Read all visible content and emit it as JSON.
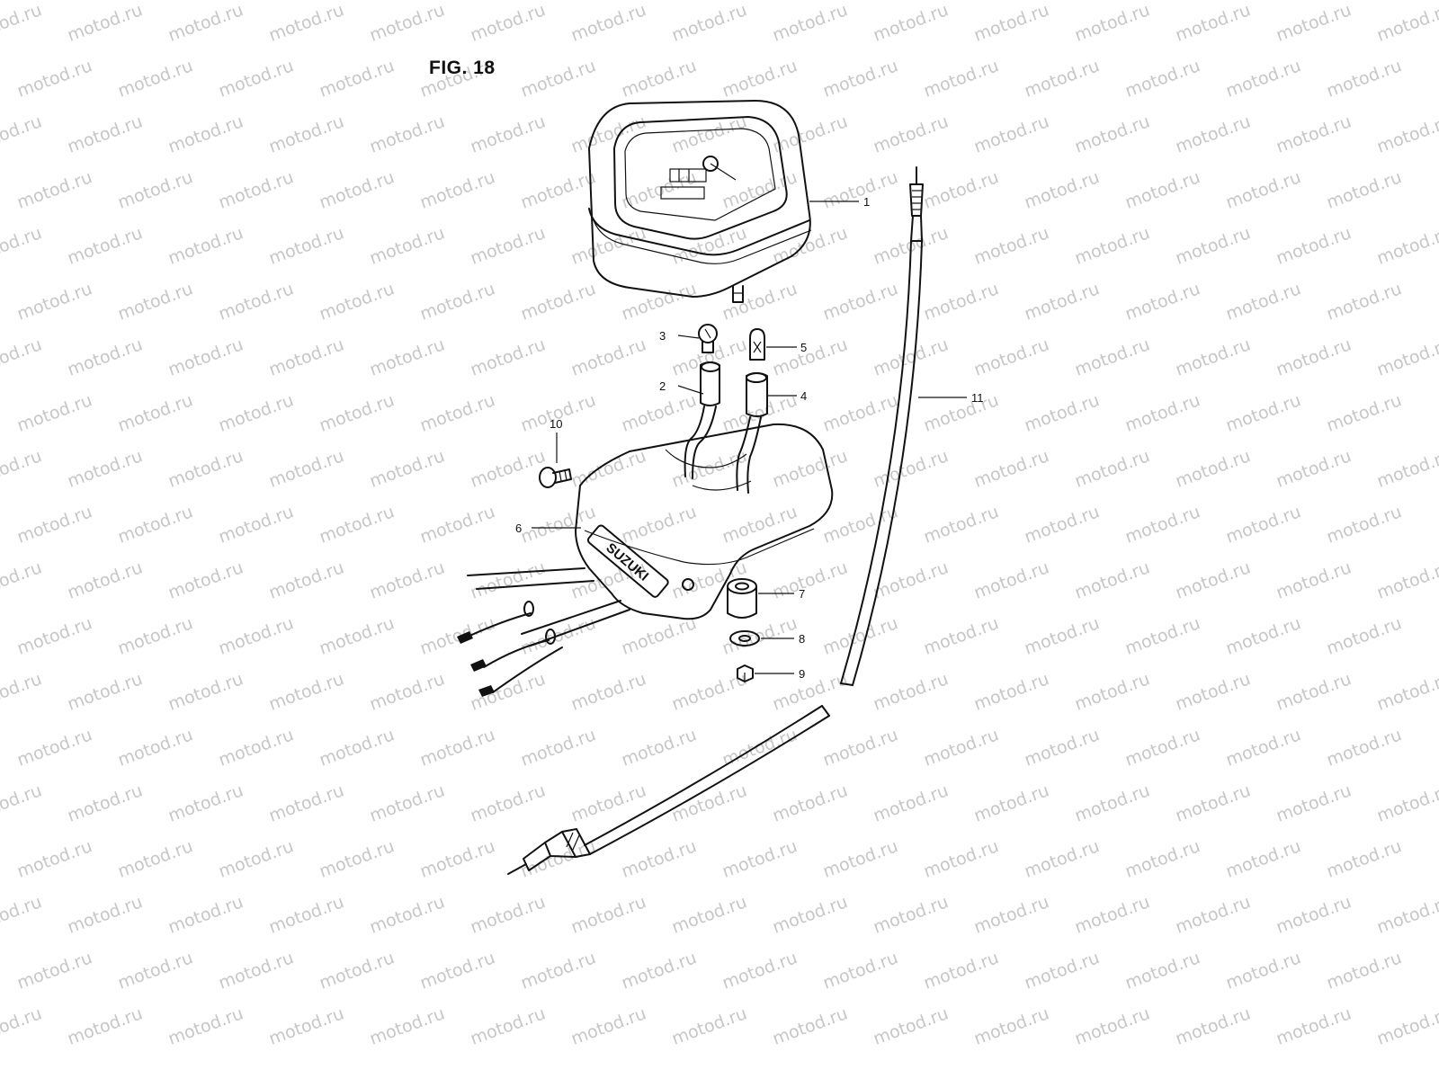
{
  "figure": {
    "title": "FIG. 18"
  },
  "watermark": {
    "text": "motod.ru"
  },
  "parts": [
    {
      "id": "speedometer",
      "callout": "1"
    },
    {
      "id": "bulb-socket-left",
      "callout": "2"
    },
    {
      "id": "bulb-left",
      "callout": "3"
    },
    {
      "id": "bulb-socket-right",
      "callout": "4"
    },
    {
      "id": "bulb-right",
      "callout": "5"
    },
    {
      "id": "meter-case",
      "callout": "6"
    },
    {
      "id": "cushion",
      "callout": "7"
    },
    {
      "id": "washer",
      "callout": "8"
    },
    {
      "id": "nut",
      "callout": "9"
    },
    {
      "id": "screw",
      "callout": "10"
    },
    {
      "id": "speedometer-cable",
      "callout": "11"
    }
  ],
  "case_logo": "SUZUKI"
}
